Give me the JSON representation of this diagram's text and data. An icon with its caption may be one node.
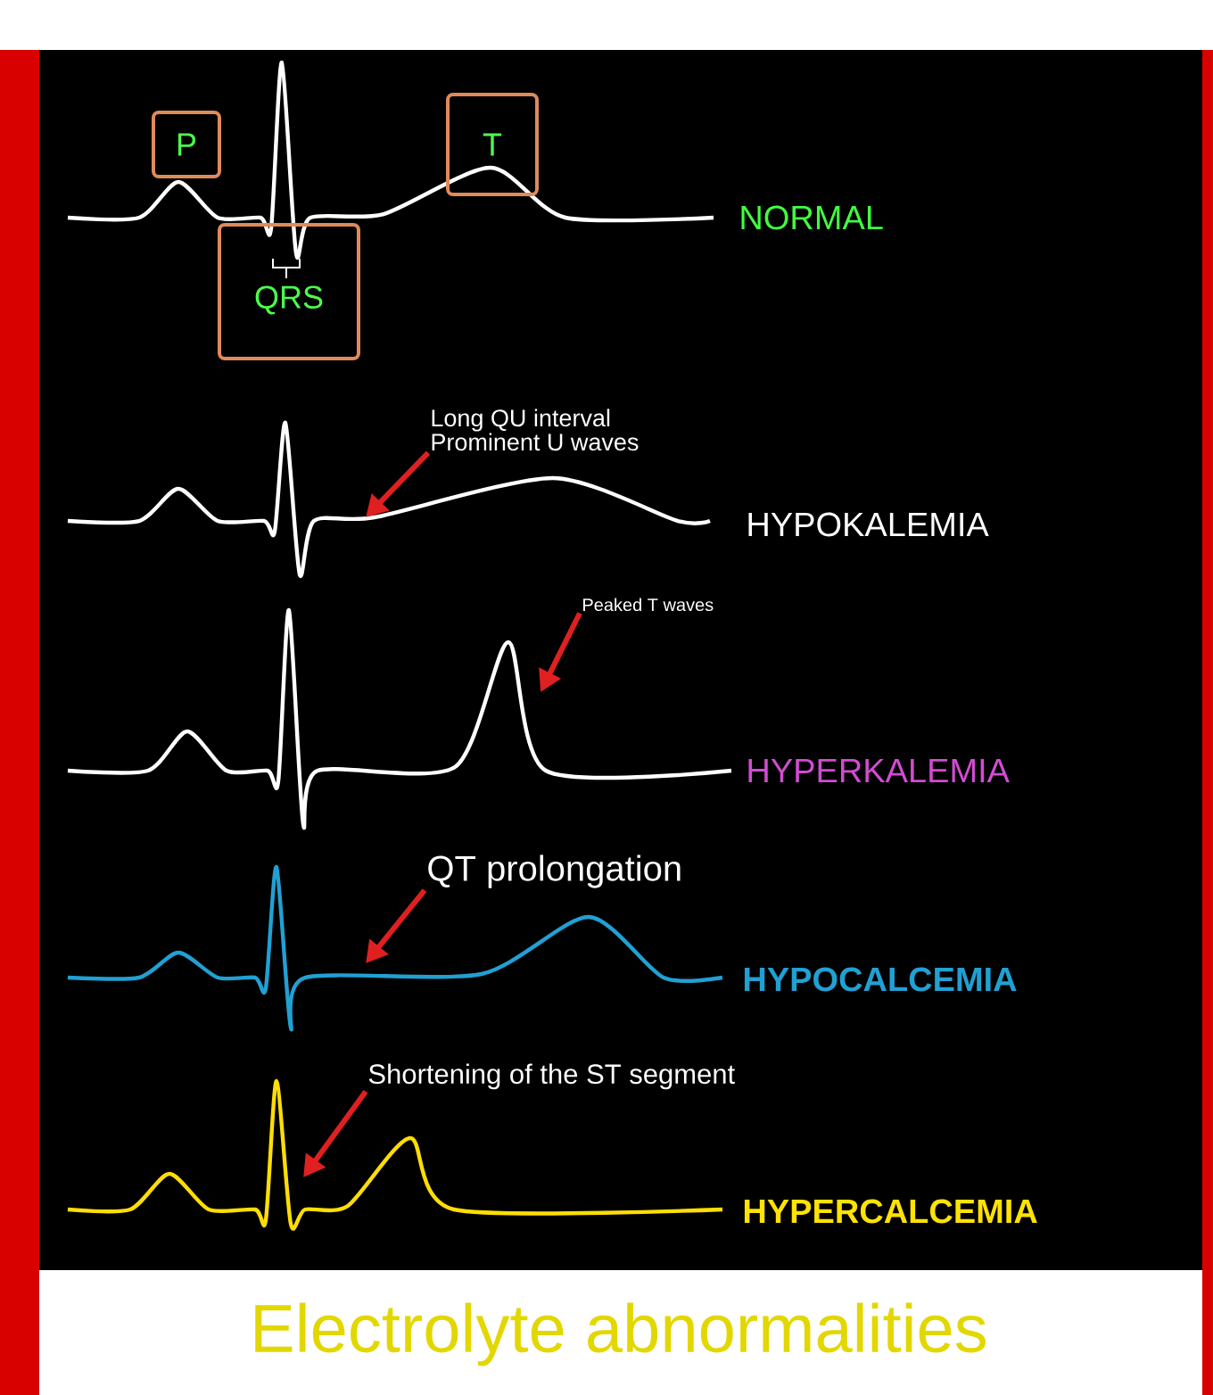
{
  "diagram": {
    "title": "Electrolyte abnormalities",
    "nodes": [
      {
        "text": [
          "P"
        ]
      },
      {
        "text": [
          "T"
        ]
      },
      {
        "text": [
          "QRS"
        ]
      },
      {
        "text": [
          "Long QU interval",
          "Prominent U waves"
        ]
      },
      {
        "text": [
          "Peaked T waves"
        ]
      },
      {
        "text": [
          "QT prolongation"
        ]
      },
      {
        "text": [
          "Shortening of the ST segment"
        ]
      }
    ],
    "edges": [
      {
        "from": 3,
        "to": null,
        "arrow": "to"
      },
      {
        "from": 4,
        "to": null,
        "arrow": "to"
      },
      {
        "from": 5,
        "to": null,
        "arrow": "to"
      },
      {
        "from": 6,
        "to": null,
        "arrow": "to"
      }
    ],
    "labels": [
      "NORMAL",
      "HYPOKALEMIA",
      "HYPERKALEMIA",
      "HYPOCALCEMIA",
      "HYPERCALCEMIA"
    ]
  }
}
